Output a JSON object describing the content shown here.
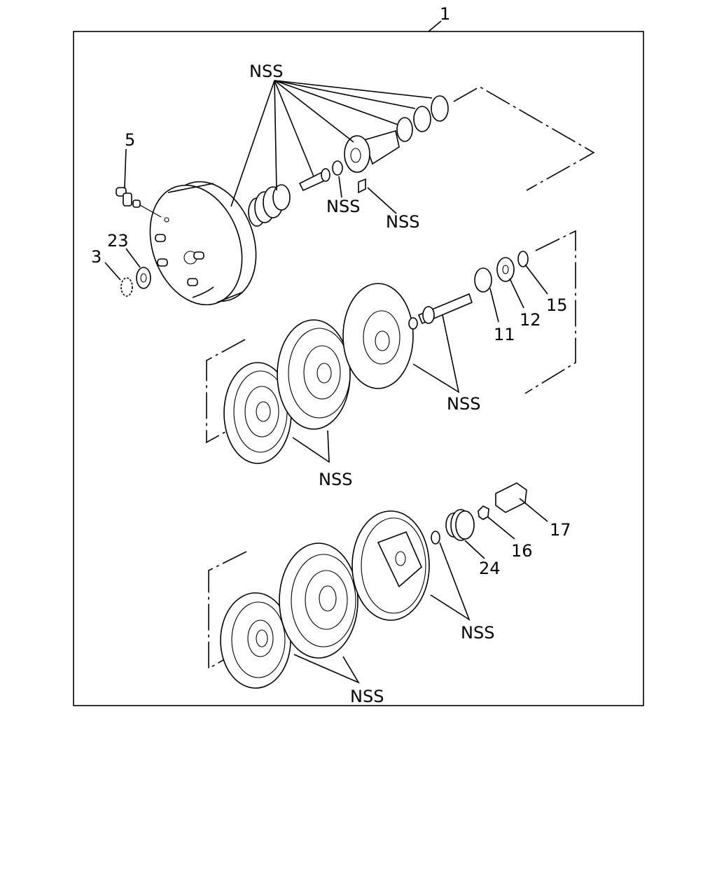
{
  "labels": {
    "assembly": "1",
    "p3": "3",
    "p5": "5",
    "p11": "11",
    "p12": "12",
    "p15": "15",
    "p16": "16",
    "p17": "17",
    "p23": "23",
    "p24": "24",
    "nss": "NSS"
  }
}
